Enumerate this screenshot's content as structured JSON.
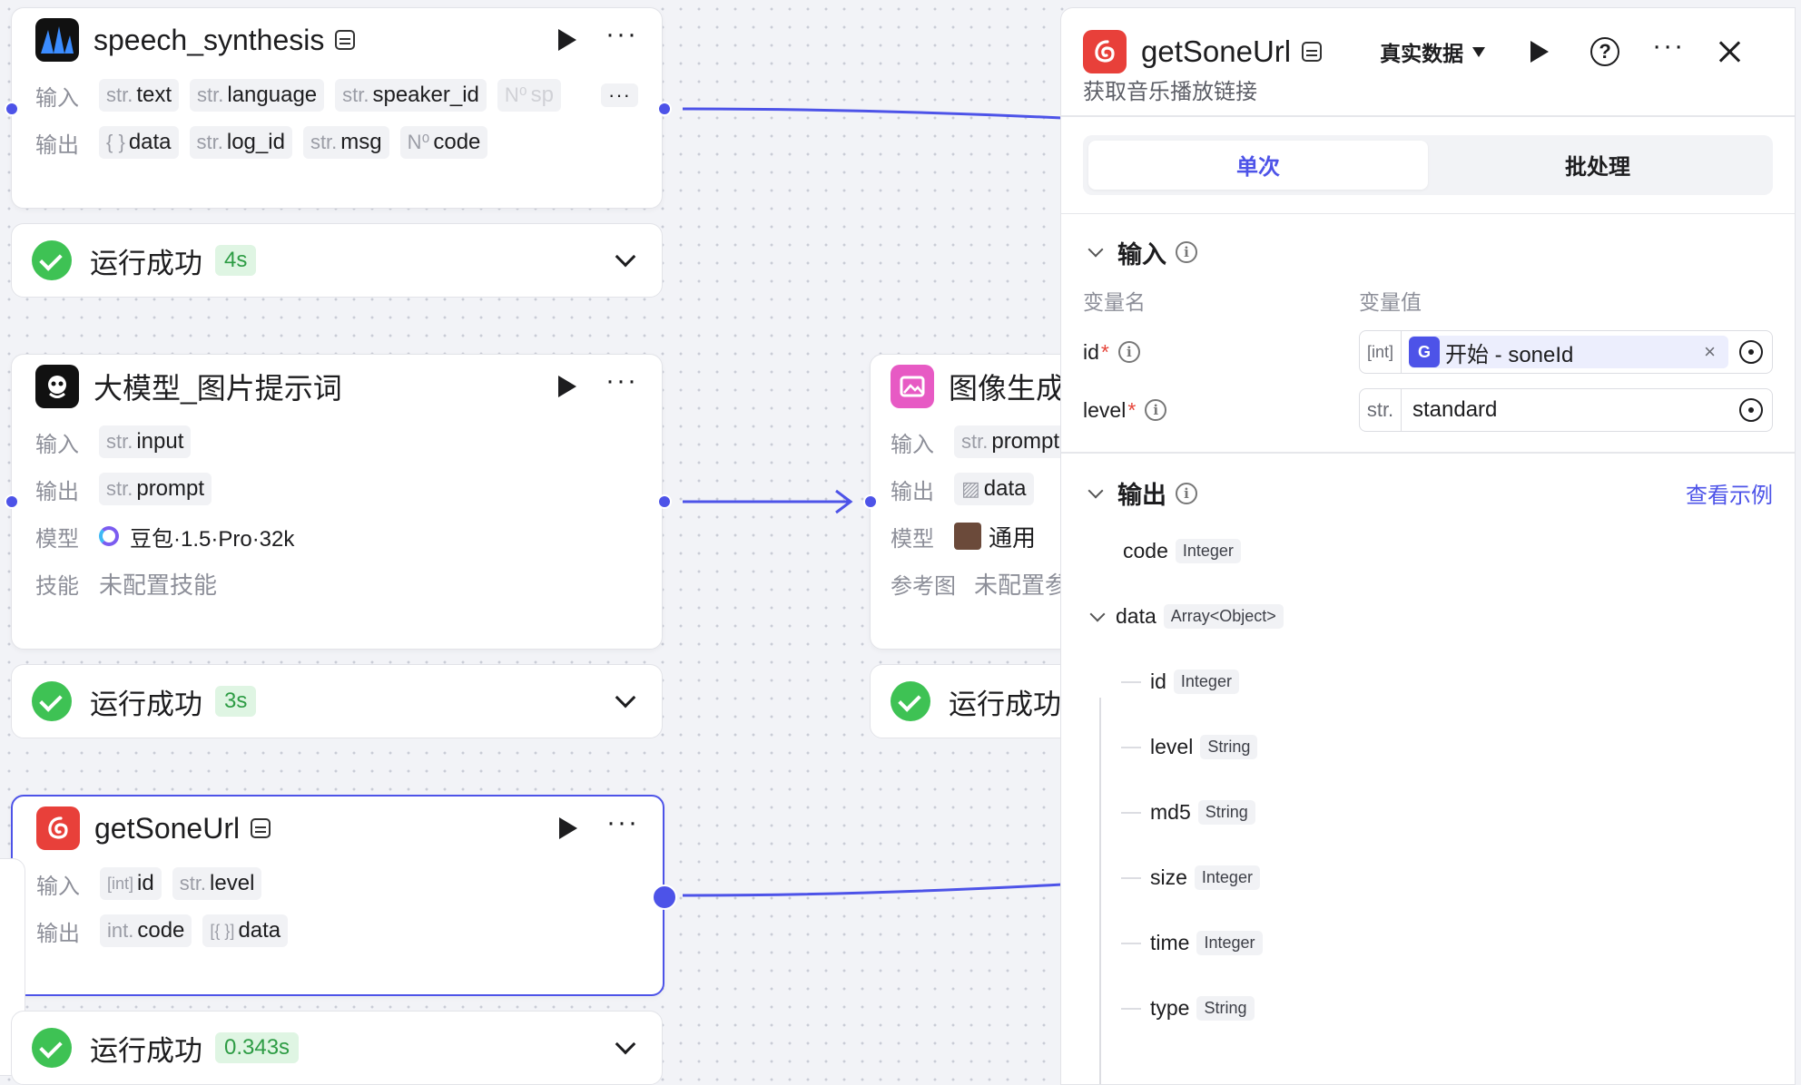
{
  "nodes": {
    "speech": {
      "title": "speech_synthesis",
      "input_label": "输入",
      "inputs": [
        {
          "type": "str.",
          "name": "text"
        },
        {
          "type": "str.",
          "name": "language"
        },
        {
          "type": "str.",
          "name": "speaker_id"
        },
        {
          "type": "N⁰",
          "name": "sp"
        }
      ],
      "more": "···",
      "output_label": "输出",
      "outputs": [
        {
          "type": "{ }",
          "name": "data"
        },
        {
          "type": "str.",
          "name": "log_id"
        },
        {
          "type": "str.",
          "name": "msg"
        },
        {
          "type": "N⁰",
          "name": "code"
        }
      ],
      "status": "运行成功",
      "time": "4s"
    },
    "llm": {
      "title": "大模型_图片提示词",
      "input_label": "输入",
      "inputs": [
        {
          "type": "str.",
          "name": "input"
        }
      ],
      "output_label": "输出",
      "outputs": [
        {
          "type": "str.",
          "name": "prompt"
        }
      ],
      "model_label": "模型",
      "model_value": "豆包·1.5·Pro·32k",
      "skill_label": "技能",
      "skill_value": "未配置技能",
      "status": "运行成功",
      "time": "3s"
    },
    "image": {
      "title": "图像生成",
      "input_label": "输入",
      "input_type": "str.",
      "input_name": "prompt",
      "output_label": "输出",
      "output_name": "data",
      "model_label": "模型",
      "model_value": "通用",
      "ref_label": "参考图",
      "ref_value": "未配置参考图",
      "status": "运行成功"
    },
    "song": {
      "title": "getSoneUrl",
      "input_label": "输入",
      "inputs": [
        {
          "type": "[int]",
          "name": "id"
        },
        {
          "type": "str.",
          "name": "level"
        }
      ],
      "output_label": "输出",
      "outputs": [
        {
          "type": "int.",
          "name": "code"
        },
        {
          "type": "[{ }]",
          "name": "data"
        }
      ],
      "status": "运行成功",
      "time": "0.343s"
    }
  },
  "panel": {
    "title": "getSoneUrl",
    "data_mode": "真实数据",
    "help": "?",
    "more": "···",
    "description": "获取音乐播放链接",
    "tabs": [
      {
        "label": "单次",
        "active": true
      },
      {
        "label": "批处理",
        "active": false
      }
    ],
    "input_section": "输入",
    "col_name": "变量名",
    "col_value": "变量值",
    "vars": [
      {
        "name": "id",
        "required": "*",
        "type": "[int]",
        "ref_icon": "G",
        "ref_text": "开始 - soneId",
        "clear": "×"
      },
      {
        "name": "level",
        "required": "*",
        "type": "str.",
        "value": "standard"
      }
    ],
    "output_section": "输出",
    "view_example": "查看示例",
    "outputs": [
      {
        "name": "code",
        "type": "Integer"
      },
      {
        "name": "data",
        "type": "Array<Object>"
      },
      {
        "name": "id",
        "type": "Integer"
      },
      {
        "name": "level",
        "type": "String"
      },
      {
        "name": "md5",
        "type": "String"
      },
      {
        "name": "size",
        "type": "Integer"
      },
      {
        "name": "time",
        "type": "Integer"
      },
      {
        "name": "type",
        "type": "String"
      }
    ]
  },
  "colors": {
    "accent": "#4d53e8",
    "success": "#3ec254",
    "netease": "#e8403a"
  }
}
